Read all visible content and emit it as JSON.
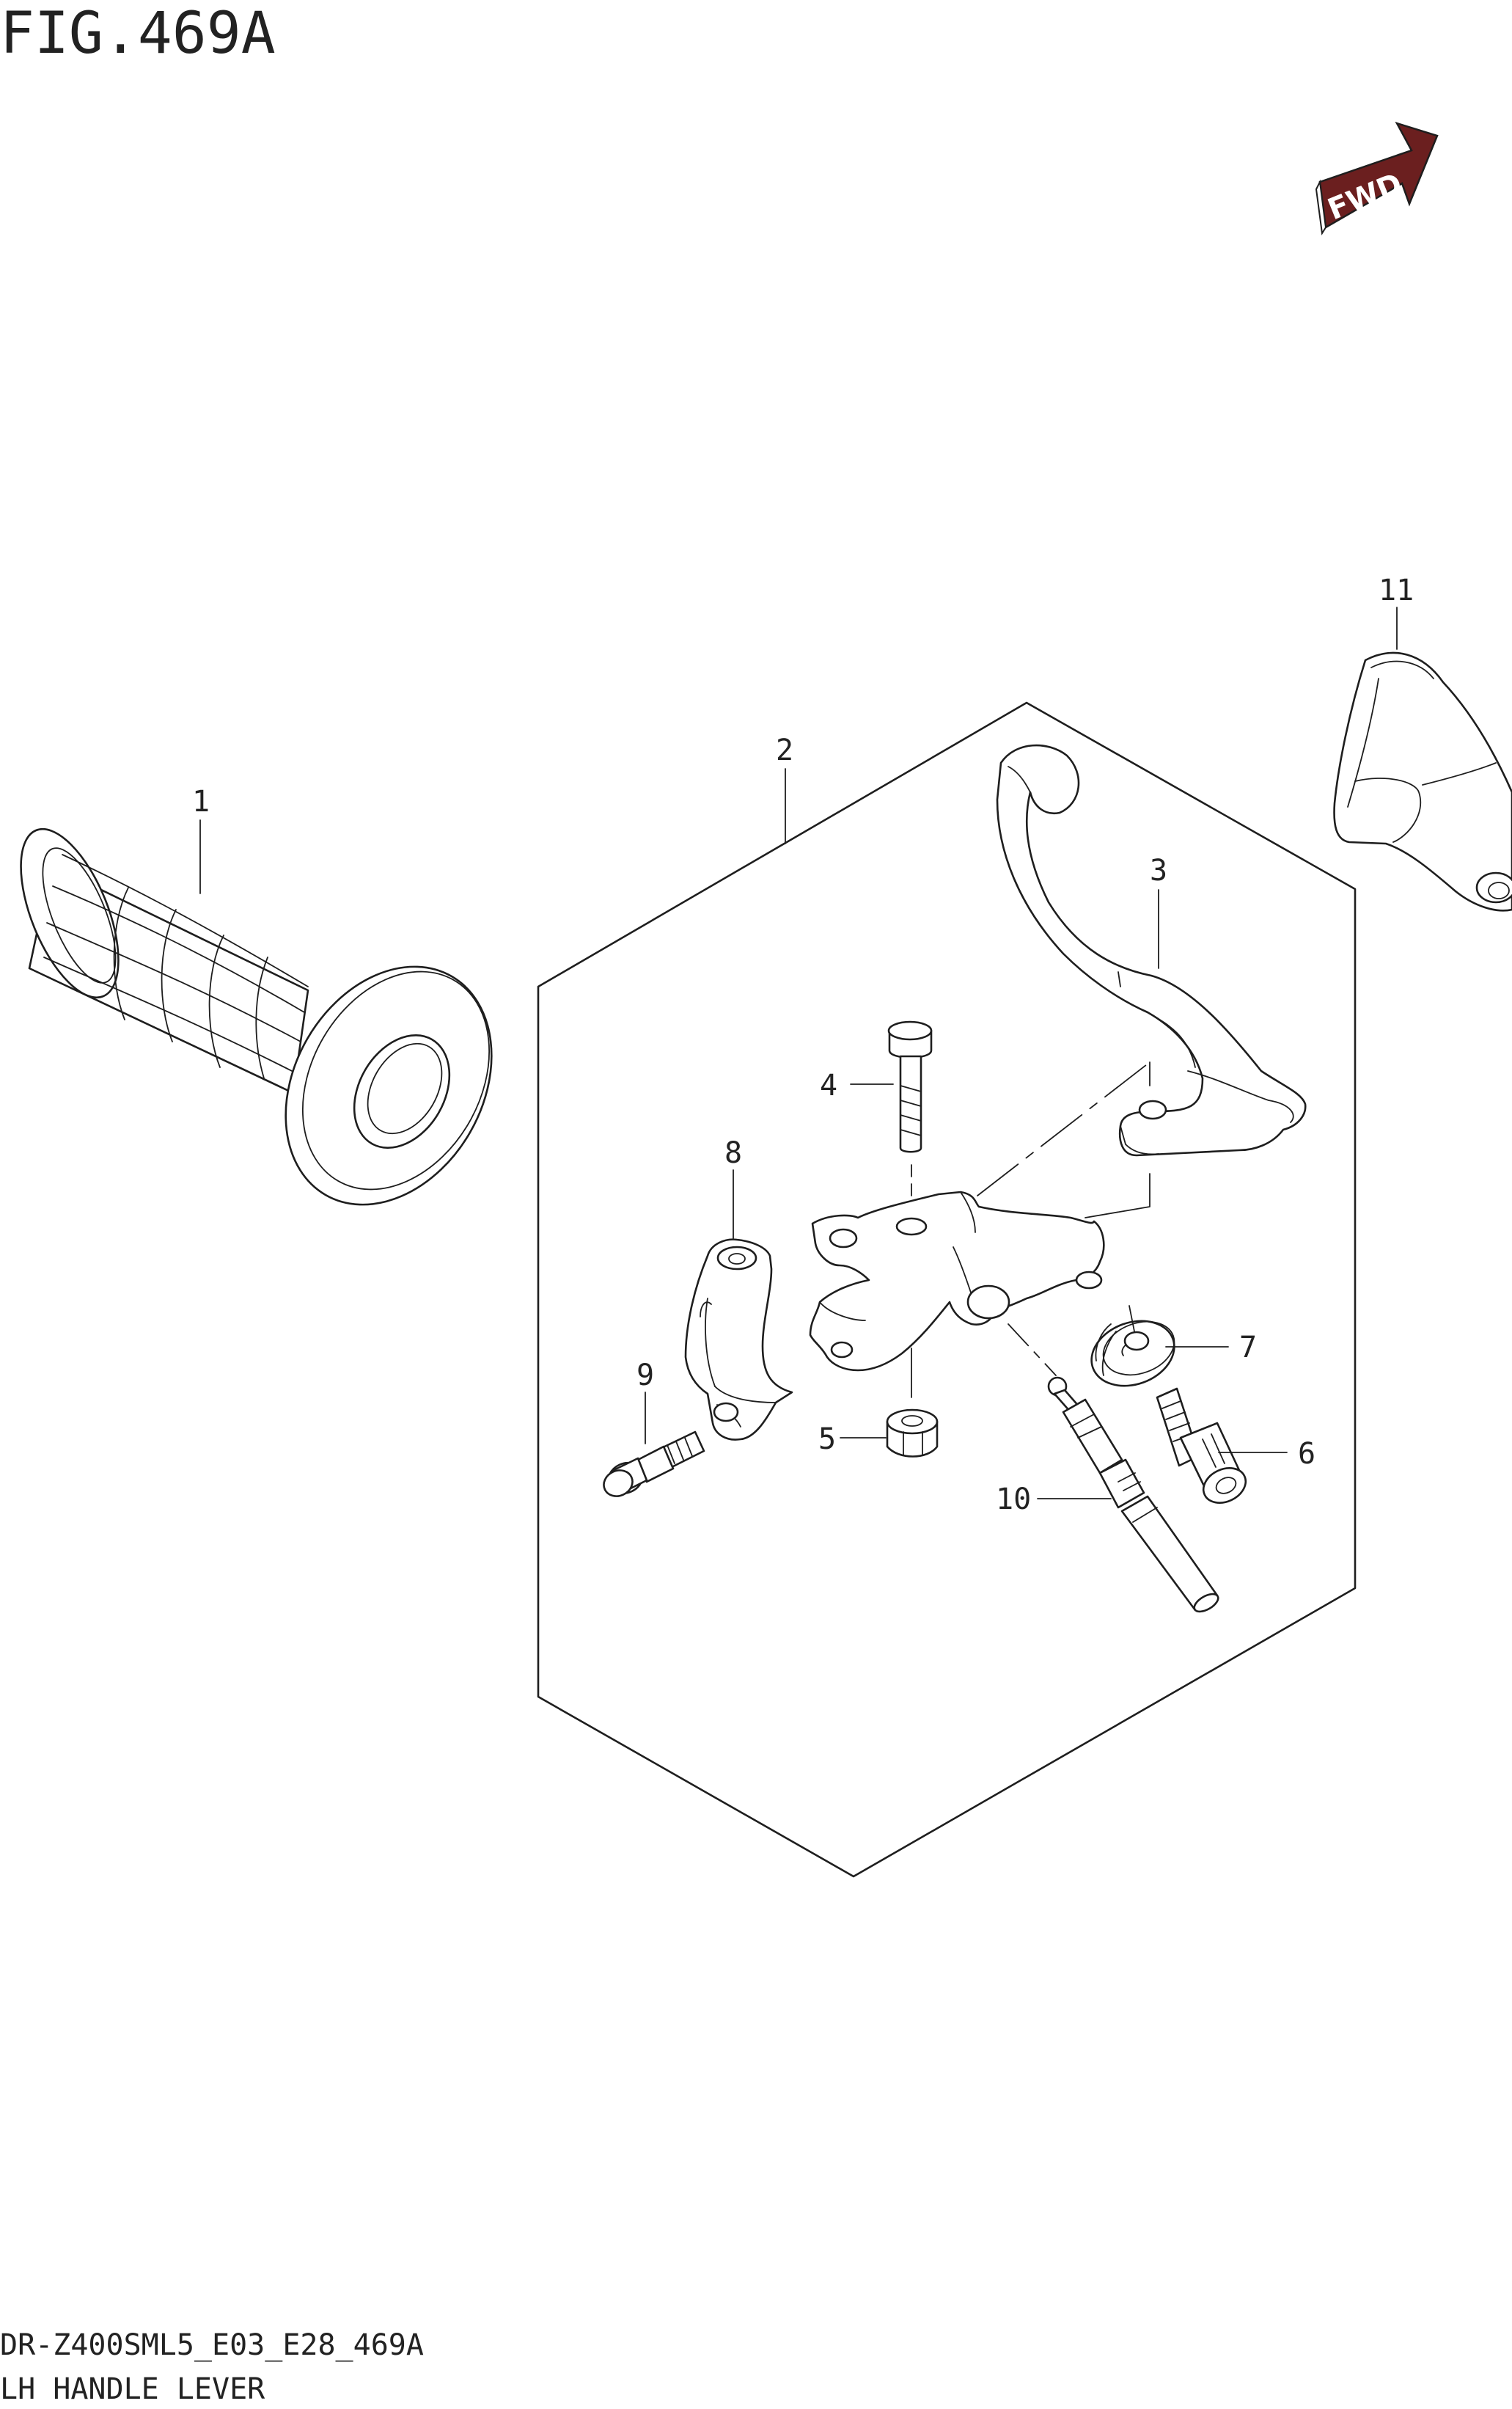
{
  "figure": {
    "title": "FIG.469A",
    "code": "DR-Z400SML5_E03_E28_469A",
    "name": "LH HANDLE LEVER"
  },
  "fwd_badge": {
    "label": "FWD",
    "icon": "forward-arrow-icon",
    "color": "#6b1f1f"
  },
  "callouts": [
    "1",
    "2",
    "3",
    "4",
    "5",
    "6",
    "7",
    "8",
    "9",
    "10",
    "11"
  ]
}
